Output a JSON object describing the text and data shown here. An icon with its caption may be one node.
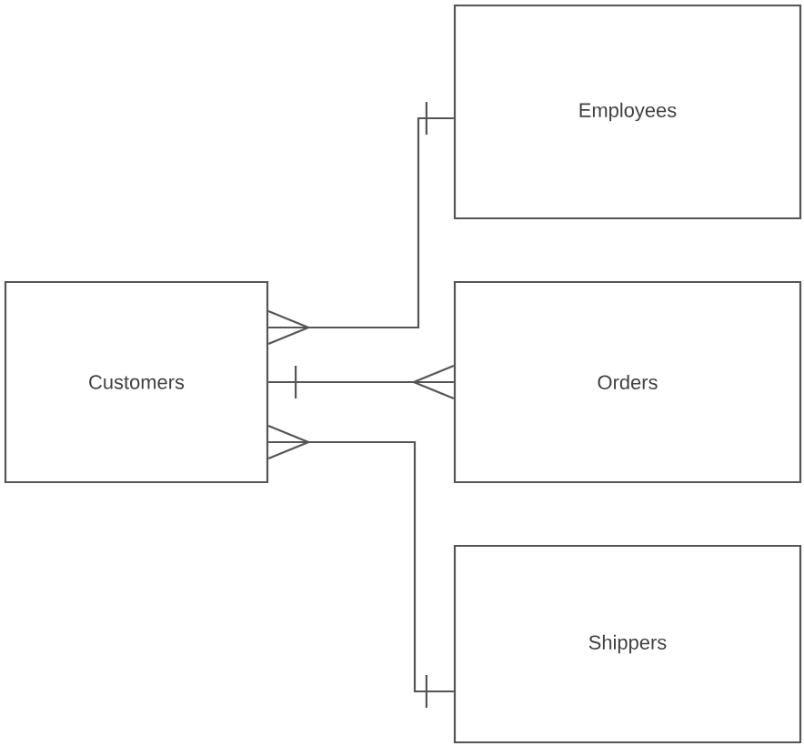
{
  "diagram": {
    "nodes": [
      {
        "text": [
          "Customers"
        ]
      },
      {
        "text": [
          "Employees"
        ]
      },
      {
        "text": [
          "Orders"
        ]
      },
      {
        "text": [
          "Shippers"
        ]
      }
    ],
    "edges": [
      {
        "from": 0,
        "to": 1,
        "arrow": "other"
      },
      {
        "from": 0,
        "to": 2,
        "arrow": "other"
      },
      {
        "from": 0,
        "to": 3,
        "arrow": "other"
      }
    ]
  }
}
